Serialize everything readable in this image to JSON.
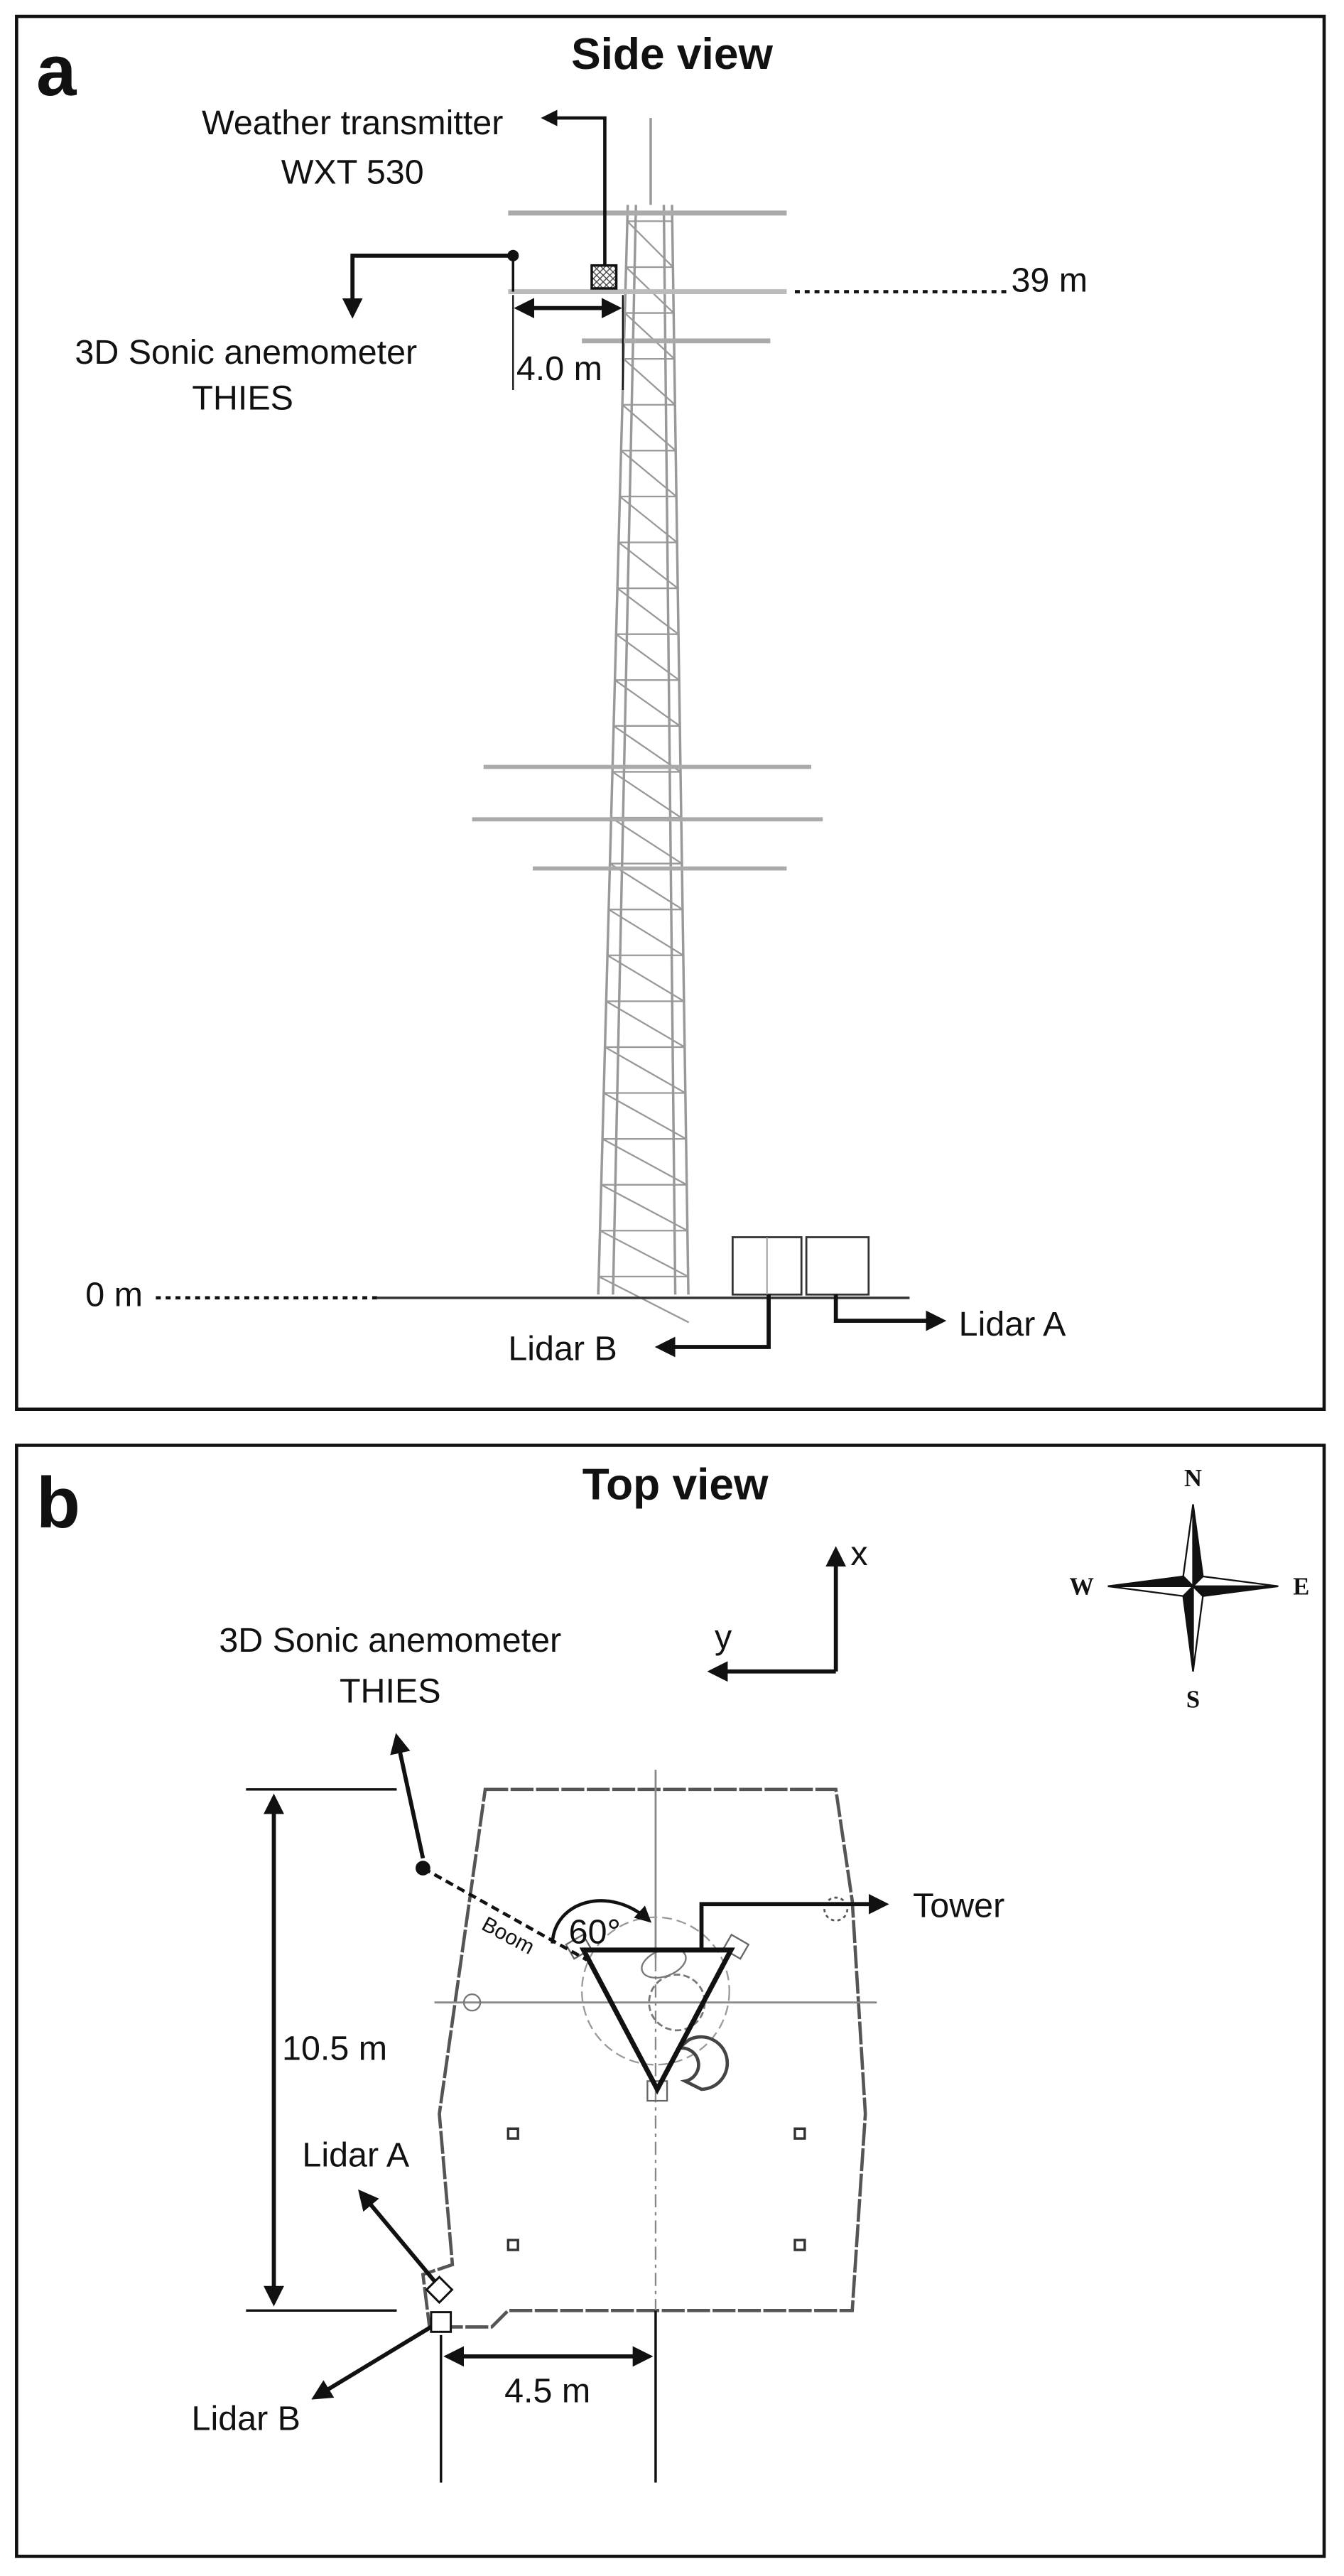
{
  "panel_a": {
    "letter": "a",
    "title": "Side view",
    "weather_label_1": "Weather transmitter",
    "weather_label_2": "WXT 530",
    "sonic_label_1": "3D Sonic anemometer",
    "sonic_label_2": "THIES",
    "boom_length": "4.0 m",
    "height_top": "39 m",
    "height_ground": "0 m",
    "lidar_b": "Lidar B",
    "lidar_a": "Lidar A"
  },
  "panel_b": {
    "letter": "b",
    "title": "Top view",
    "axis_x": "x",
    "axis_y": "y",
    "compass": {
      "n": "N",
      "s": "S",
      "e": "E",
      "w": "W"
    },
    "sonic_label_1": "3D Sonic anemometer",
    "sonic_label_2": "THIES",
    "boom": "Boom",
    "angle": "60°",
    "tower": "Tower",
    "platform_length": "10.5 m",
    "lidar_offset": "4.5 m",
    "lidar_a": "Lidar A",
    "lidar_b": "Lidar B"
  }
}
